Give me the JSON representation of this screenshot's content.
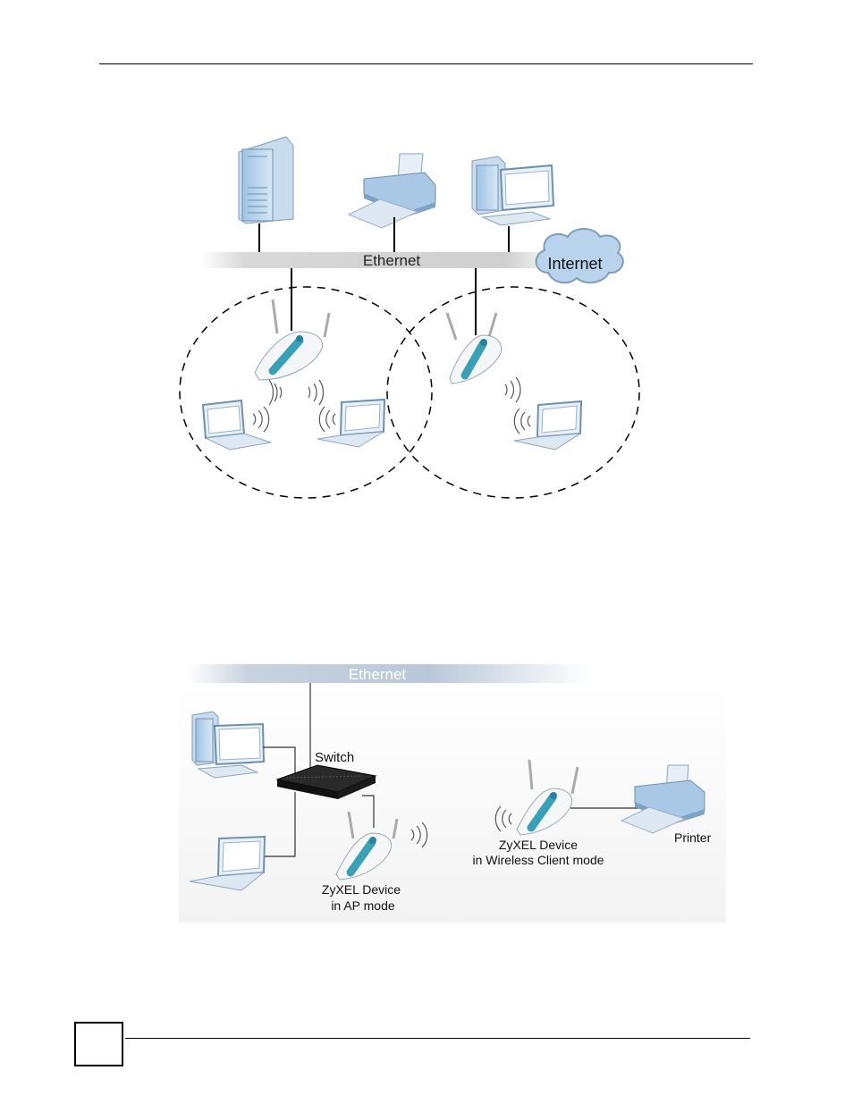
{
  "figure1": {
    "ethernet_label": "Ethernet",
    "internet_label": "Internet"
  },
  "figure2": {
    "ethernet_label": "Ethernet",
    "switch_label": "Switch",
    "ap_device_label_line1": "ZyXEL Device",
    "ap_device_label_line2": "in AP mode",
    "client_device_label_line1": "ZyXEL Device",
    "client_device_label_line2": "in Wireless Client mode",
    "printer_label": "Printer"
  },
  "colors": {
    "device_blue": "#b8d4ec",
    "device_stroke": "#6f8fae",
    "ap_accent": "#3aa0b8",
    "ethernet_bar": "#cfcfcf"
  },
  "icons": [
    "server-icon",
    "printer-icon",
    "desktop-computer-icon",
    "cloud-icon",
    "access-point-icon",
    "laptop-icon",
    "switch-icon",
    "wireless-signal-icon"
  ]
}
